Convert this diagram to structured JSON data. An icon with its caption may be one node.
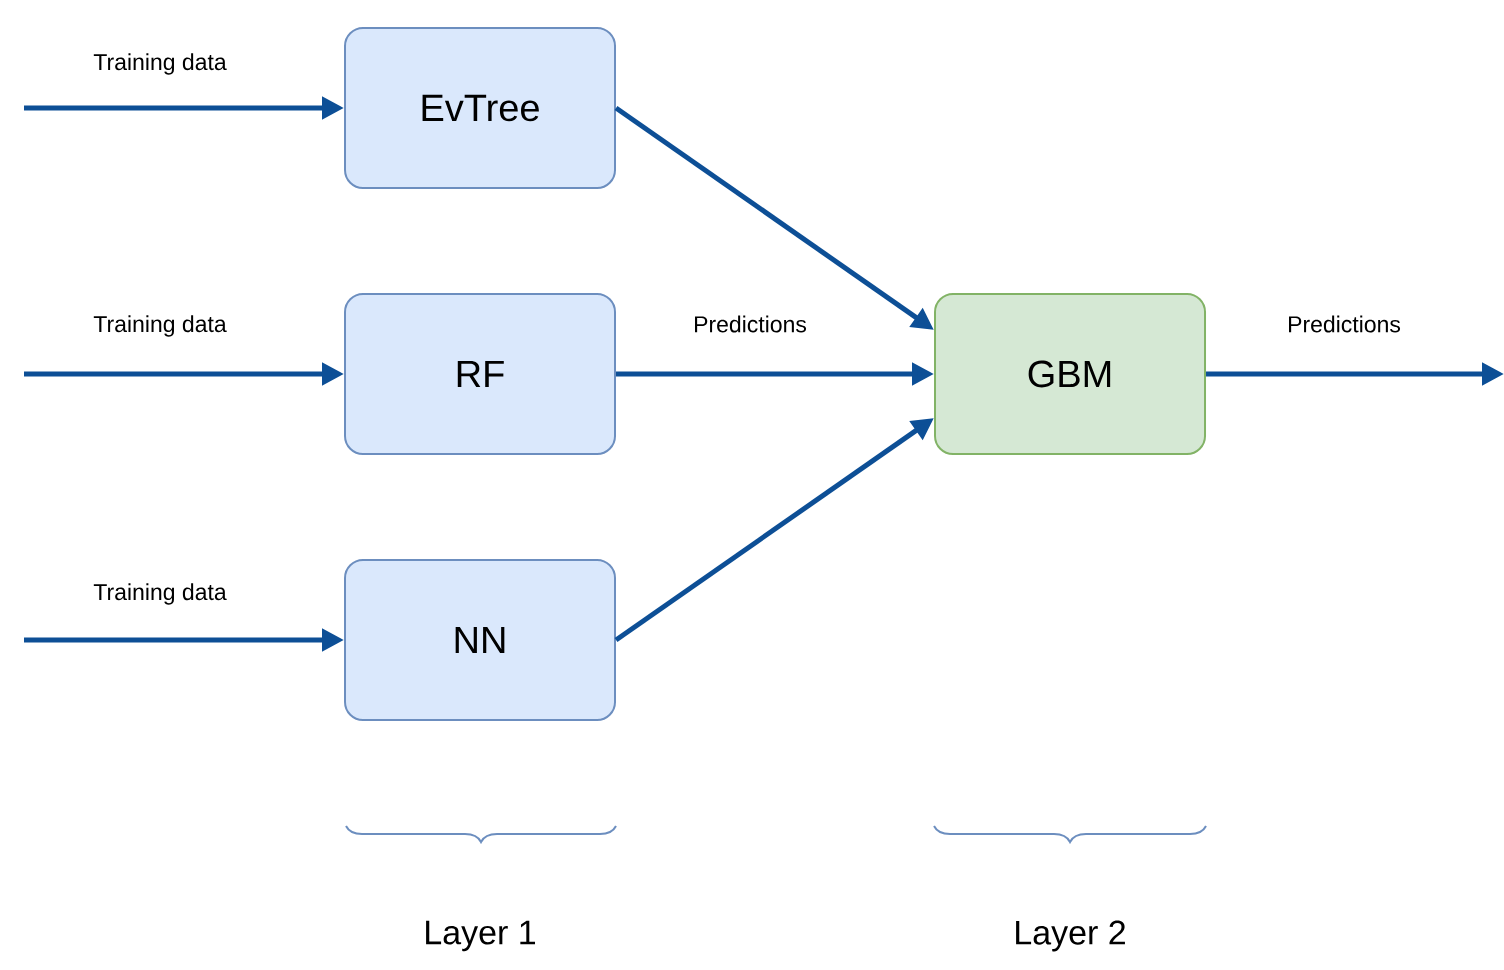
{
  "diagram": {
    "nodes": [
      {
        "text": [
          "EvTree"
        ]
      },
      {
        "text": [
          "RF"
        ]
      },
      {
        "text": [
          "NN"
        ]
      },
      {
        "text": [
          "GBM"
        ]
      }
    ],
    "edges": [
      {
        "from": null,
        "to": 0,
        "arrow": "to",
        "label": "Training data"
      },
      {
        "from": null,
        "to": 1,
        "arrow": "to",
        "label": "Training data"
      },
      {
        "from": null,
        "to": 2,
        "arrow": "to",
        "label": "Training data"
      },
      {
        "from": 0,
        "to": 3,
        "arrow": "to"
      },
      {
        "from": 1,
        "to": 3,
        "arrow": "to",
        "label": "Predictions"
      },
      {
        "from": 2,
        "to": 3,
        "arrow": "to"
      },
      {
        "from": 3,
        "to": null,
        "arrow": "to",
        "label": "Predictions"
      }
    ],
    "labels": [
      "Layer 1",
      "Layer 2"
    ]
  }
}
